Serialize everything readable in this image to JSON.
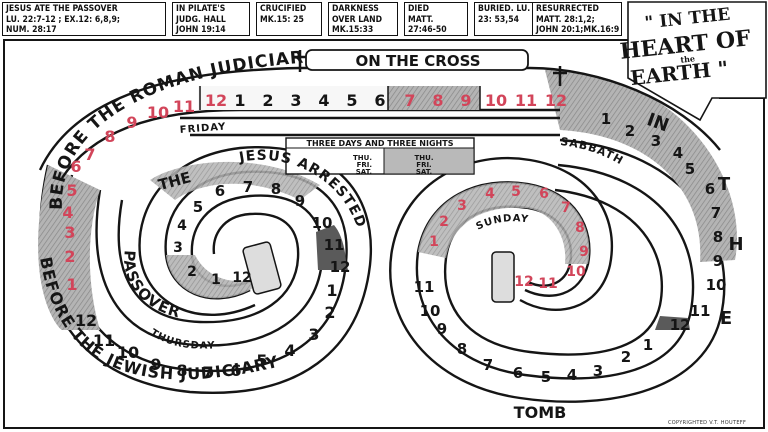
{
  "references": [
    {
      "lines": [
        "JESUS ATE THE PASSOVER",
        "LU. 22:7-12 ; EX.12: 6,8,9;",
        "NUM. 28:17"
      ]
    },
    {
      "lines": [
        "IN PILATE'S",
        "JUDG. HALL",
        "JOHN 19:14"
      ]
    },
    {
      "lines": [
        "CRUCIFIED",
        "MK.15: 25"
      ]
    },
    {
      "lines": [
        "DARKNESS",
        "OVER LAND",
        "MK.15:33"
      ]
    },
    {
      "lines": [
        "DIED",
        "MATT.",
        "27:46-50"
      ]
    },
    {
      "lines": [
        "BURIED. LU.",
        "23: 53,54"
      ]
    },
    {
      "lines": [
        "RESURRECTED",
        "MATT. 28:1,2;",
        "JOHN 20:1;MK.16:9"
      ]
    }
  ],
  "title": {
    "line1": "\" IN THE",
    "line2": "HEART OF",
    "small": "the",
    "line3": "EARTH \""
  },
  "center_box": {
    "heading": "THREE DAYS AND THREE NIGHTS",
    "days": [
      "THU.",
      "FRI.",
      "SAT."
    ],
    "nights": [
      "THU.",
      "FRI.",
      "SAT."
    ]
  },
  "labels": {
    "roman": "BEFORE THE ROMAN JUDICIARY",
    "cross": "ON THE CROSS",
    "friday": "FRIDAY",
    "sabbath": "SABBATH",
    "the": "THE",
    "jesus_arrested": "JESUS ARRESTED",
    "passover": "PASSOVER",
    "thursday": "THURSDAY",
    "jewish": "BEFORE THE JEWISH JUDICIARY",
    "tomb": "TOMB",
    "sunday": "SUNDAY",
    "in": "IN",
    "t": "T",
    "h": "H",
    "e": "E"
  },
  "hours": {
    "top_row": [
      "12",
      "1",
      "2",
      "3",
      "4",
      "5",
      "6",
      "7",
      "8",
      "9",
      "10",
      "11",
      "12"
    ],
    "roman_left": [
      "11",
      "10",
      "9",
      "8",
      "7",
      "6",
      "5",
      "4",
      "3",
      "2",
      "1"
    ],
    "thursday_row": [
      "12",
      "11",
      "10",
      "9",
      "8",
      "7",
      "6",
      "5",
      "4",
      "3",
      "2",
      "1"
    ],
    "left_inner": [
      "5",
      "6",
      "7",
      "8",
      "9",
      "10",
      "11",
      "12"
    ],
    "left_core": [
      "4",
      "3",
      "2",
      "1",
      "12"
    ],
    "right_outer": [
      "1",
      "2",
      "3",
      "4",
      "5",
      "6",
      "7",
      "8",
      "9",
      "10",
      "11",
      "12"
    ],
    "tomb_row": [
      "1",
      "2",
      "3",
      "4",
      "5",
      "6",
      "7",
      "8",
      "9",
      "10",
      "11",
      "12"
    ],
    "right_inner": [
      "1",
      "2",
      "3",
      "4",
      "5",
      "6",
      "7",
      "8",
      "9",
      "10",
      "11",
      "12"
    ],
    "night_labels": [
      "1",
      "2",
      "3",
      "4",
      "5",
      "6",
      "7"
    ]
  },
  "copyright": "COPYRIGHTED  V.T. HOUTEFF",
  "colors": {
    "red": "#d2455a",
    "ink": "#151515",
    "band": "#9a9a9a",
    "dark": "#555555"
  }
}
